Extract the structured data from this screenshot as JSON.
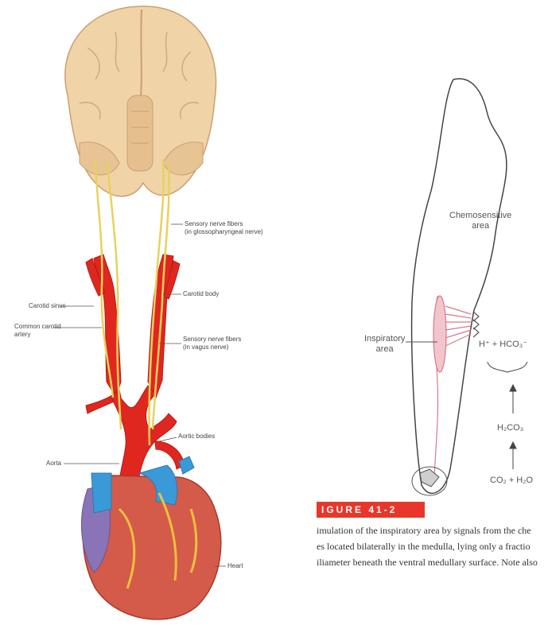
{
  "left_figure": {
    "labels": {
      "sensory_glossopharyngeal_1": "Sensory nerve fibers",
      "sensory_glossopharyngeal_2": "(in glossopharyngeal nerve)",
      "carotid_body": "Carotid body",
      "carotid_sinus": "Carotid sinus",
      "common_carotid_1": "Common carotid",
      "common_carotid_2": "artery",
      "sensory_vagus_1": "Sensory nerve fibers",
      "sensory_vagus_2": "(in vagus nerve)",
      "aortic_bodies": "Aortic bodies",
      "aorta": "Aorta",
      "heart": "Heart"
    }
  },
  "right_figure": {
    "labels": {
      "chemosensitive_1": "Chemosensitive",
      "chemosensitive_2": "area",
      "inspiratory_1": "Inspiratory",
      "inspiratory_2": "area",
      "h_hco3": "H⁺ + HCO₃⁻",
      "h2co3": "H₂CO₃",
      "co2_h2o": "CO₂ + H₂O"
    },
    "caption": {
      "title": "IGURE 41-2",
      "lines": [
        "imulation of the inspiratory area by signals from the che",
        "es located bilaterally in the medulla, lying only a fractio",
        "iliameter beneath the ventral medullary surface. Note also"
      ]
    }
  }
}
